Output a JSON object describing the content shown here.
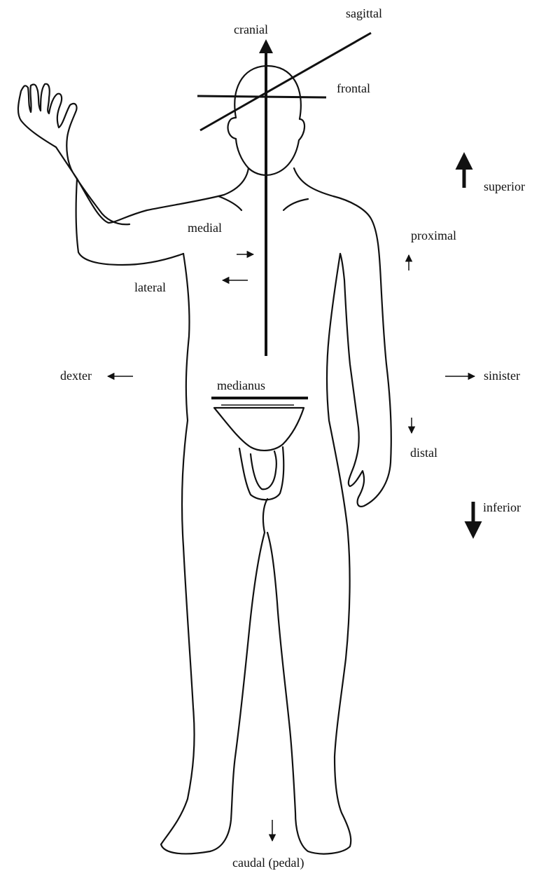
{
  "labels": {
    "cranial": "cranial",
    "sagittal": "sagittal",
    "frontal": "frontal",
    "superior": "superior",
    "proximal": "proximal",
    "medial": "medial",
    "lateral": "lateral",
    "dexter": "dexter",
    "sinister": "sinister",
    "medianus": "medianus",
    "distal": "distal",
    "inferior": "inferior",
    "caudal": "caudal (pedal)"
  }
}
